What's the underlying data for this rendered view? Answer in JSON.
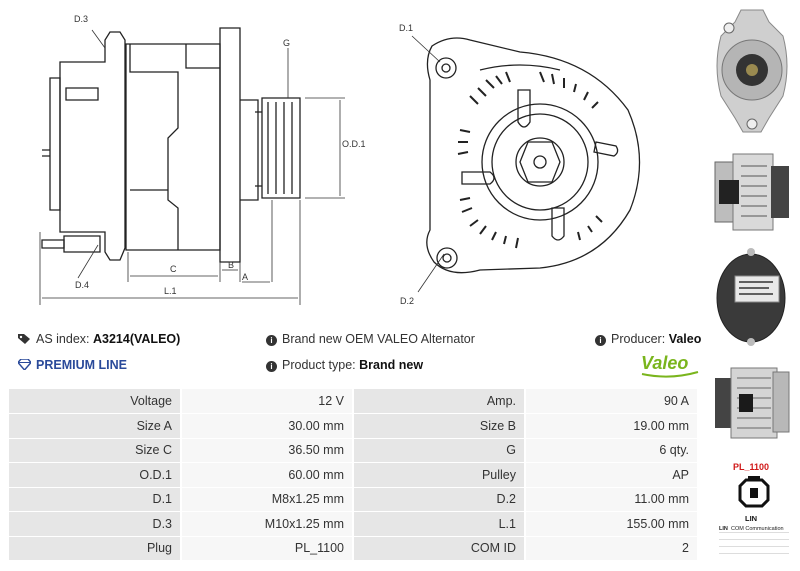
{
  "drawing": {
    "labels": {
      "d3": "D.3",
      "d4": "D.4",
      "g": "G",
      "od1": "O.D.1",
      "c": "C",
      "b": "B",
      "a": "A",
      "l1": "L.1",
      "d1": "D.1",
      "d2": "D.2"
    }
  },
  "info": {
    "as_index_label": "AS index:",
    "as_index_value": "A3214(VALEO)",
    "premium_line": "PREMIUM LINE",
    "description": "Brand new OEM VALEO Alternator",
    "product_type_label": "Product type:",
    "product_type_value": "Brand new",
    "producer_label": "Producer:",
    "producer_value": "Valeo",
    "logo_text": "Valeo"
  },
  "specs": [
    [
      "Voltage",
      "12 V",
      "Amp.",
      "90 A"
    ],
    [
      "Size A",
      "30.00 mm",
      "Size B",
      "19.00 mm"
    ],
    [
      "Size C",
      "36.50 mm",
      "G",
      "6 qty."
    ],
    [
      "O.D.1",
      "60.00 mm",
      "Pulley",
      "AP"
    ],
    [
      "D.1",
      "M8x1.25 mm",
      "D.2",
      "11.00 mm"
    ],
    [
      "D.3",
      "M10x1.25 mm",
      "L.1",
      "155.00 mm"
    ],
    [
      "Plug",
      "PL_1100",
      "COM ID",
      "2"
    ]
  ],
  "plug": {
    "code": "PL_1100",
    "pin_label": "LIN",
    "com_table": [
      [
        "LIN",
        "COM Communication"
      ],
      [
        "",
        ""
      ],
      [
        "",
        ""
      ],
      [
        "",
        ""
      ]
    ]
  },
  "colors": {
    "premium": "#2a4a9a",
    "plug_code": "#d01818",
    "valeo_green": "#7ab51d"
  }
}
